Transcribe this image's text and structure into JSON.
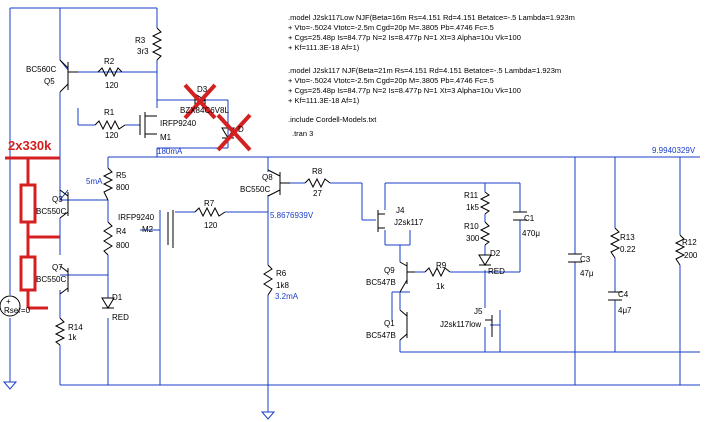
{
  "annotation": {
    "text": "2x330k",
    "color": "#d42020"
  },
  "colors": {
    "wire": "#1a3cc8",
    "component": "#000000",
    "markup": "#d42020"
  },
  "directives": [
    ".model J2sk117Low NJF(Beta=16m Rs=4.151 Rd=4.151 Betatce=-.5 Lambda=1.923m",
    "+ Vto=-.5024 Vtotc=-2.5m Cgd=20p M=.3805 Pb=.4746 Fc=.5",
    "+ Cgs=25.48p Is=84.77p N=2 Is=8.477p N=1 Xt=3 Alpha=10u Vk=100",
    "+ Kf=111.3E-18 Af=1)",
    ".model J2sk117 NJF(Beta=21m Rs=4.151 Rd=4.151 Betatce=-.5 Lambda=1.923m",
    "+ Vto=-.5024 Vtotc=-2.5m Cgd=20p M=.3805 Pb=.4746 Fc=.5",
    "+ Cgs=25.48p Is=84.77p N=2 Is=8.477p N=1 Xt=3 Alpha=10u Vk=100",
    "+ Kf=111.3E-18 Af=1)",
    ".include Cordell-Models.txt",
    ".tran 3"
  ],
  "labels": {
    "r3": "R3",
    "r3_val": "3r3",
    "q5_type": "BC560C",
    "q5": "Q5",
    "r2": "R2",
    "r2_val": "120",
    "r1": "R1",
    "r1_val": "120",
    "m1_type": "IRFP9240",
    "m1": "M1",
    "m1_current": "180mA",
    "d3": "D3",
    "d3_type": "BZX84C6V8L",
    "d_struck": "D",
    "r5_current": "5mA",
    "r5": "R5",
    "r5_val": "800",
    "q3": "Q3",
    "q3_type": "BC550C",
    "r4": "R4",
    "r4_val": "800",
    "m2_type": "IRFP9240",
    "m2": "M2",
    "r7": "R7",
    "r7_val": "120",
    "q7": "Q7",
    "q7_type": "BC550C",
    "d1": "D1",
    "d1_type": "RED",
    "r14": "R14",
    "r14_val": "1k",
    "source_name": "Rser=0",
    "q8": "Q8",
    "q8_type": "BC550C",
    "r8": "R8",
    "r8_val": "27",
    "node_voltage": "5.8676939V",
    "r6": "R6",
    "r6_val": "1k8",
    "r6_current": "3.2mA",
    "j4": "J4",
    "j4_type": "J2sk117",
    "r11": "R11",
    "r11_val": "1k5",
    "r10": "R10",
    "r10_val": "300",
    "d2": "D2",
    "d2_type": "RED",
    "c1": "C1",
    "c1_val": "470μ",
    "q9": "Q9",
    "q9_type": "BC547B",
    "r9": "R9",
    "r9_val": "1k",
    "q1": "Q1",
    "q1_type": "BC547B",
    "j5": "J5",
    "j5_type": "J2sk117low",
    "c3": "C3",
    "c3_val": "47μ",
    "r13": "R13",
    "r13_val": "0.22",
    "c4": "C4",
    "c4_val": "4μ7",
    "r12": "R12",
    "r12_val": "200",
    "output_voltage": "9.9940329V"
  }
}
